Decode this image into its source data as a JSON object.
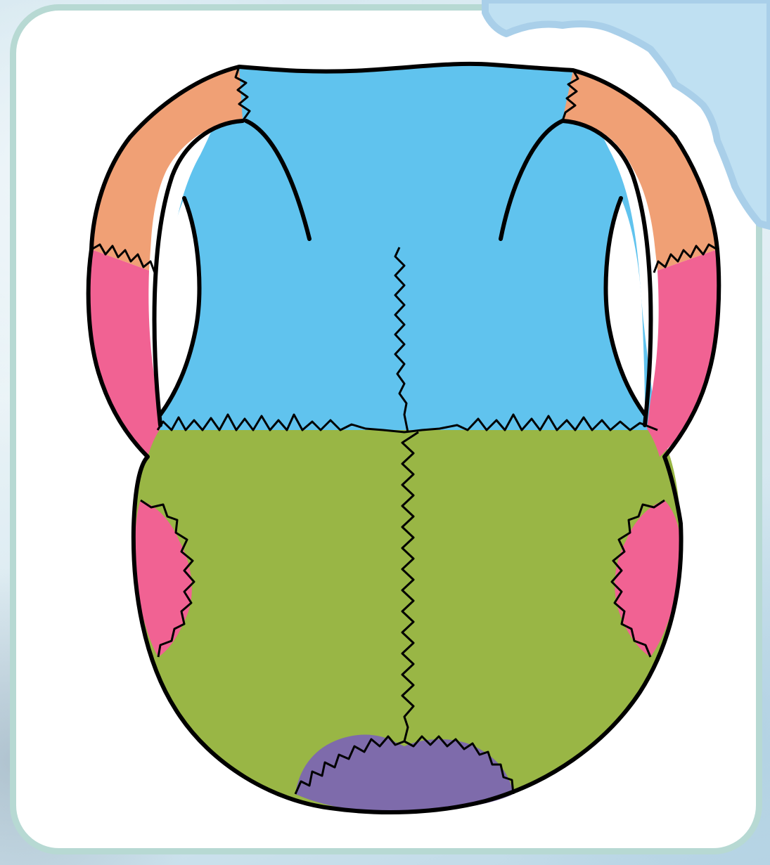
{
  "colors": {
    "background": "#d6e8f0",
    "card_fill": "#ffffff",
    "card_border": "#b7d9d3",
    "corner_wave": "#a9cfe9",
    "frontal_bone": "#60c3ee",
    "parietal_bone": "#99b645",
    "sphenoid_bone": "#f0a075",
    "temporal_bone": "#f16293",
    "occipital_bone": "#7e6bab",
    "outline": "#000000"
  },
  "diagram": {
    "subject": "skull-top-view",
    "regions": [
      "frontal",
      "parietal",
      "sphenoid",
      "temporal",
      "occipital"
    ]
  }
}
